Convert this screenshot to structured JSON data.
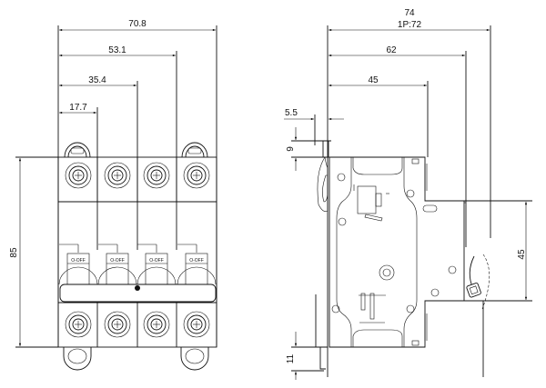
{
  "front_view": {
    "dimensions": {
      "total_width": "70.8",
      "three_pole": "53.1",
      "two_pole": "35.4",
      "one_pole": "17.7",
      "height": "85"
    },
    "toggle_label": "O-OFF",
    "poles": 4
  },
  "side_view": {
    "dimensions": {
      "depth_4p": "74",
      "depth_1p": "1P:72",
      "depth_mid": "62",
      "depth_front": "45",
      "rail_offset": "5.5",
      "top_clip": "9",
      "bottom_clip": "11",
      "front_height": "45"
    }
  }
}
